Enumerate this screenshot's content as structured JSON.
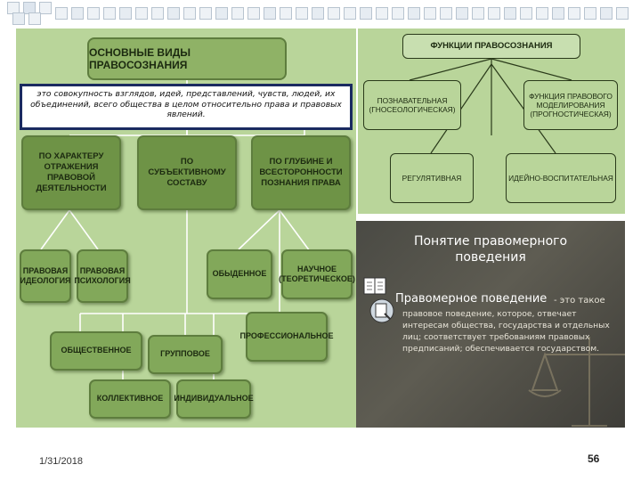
{
  "left": {
    "title": "ОСНОВНЫЕ ВИДЫ ПРАВОСОЗНАНИЯ",
    "definition": "это совокупность взглядов, идей, представлений, чувств, людей, их объединений, всего общества в целом относительно права и правовых явлений.",
    "criteria": [
      "ПО ХАРАКТЕРУ ОТРАЖЕНИЯ ПРАВОВОЙ ДЕЯТЕЛЬНОСТИ",
      "ПО СУБЪЕКТИВНОМУ СОСТАВУ",
      "ПО ГЛУБИНЕ И ВСЕСТОРОННОСТИ ПОЗНАНИЯ ПРАВА"
    ],
    "types": {
      "ideology": "ПРАВОВАЯ ИДЕОЛОГИЯ",
      "psychology": "ПРАВОВАЯ ПСИХОЛОГИЯ",
      "everyday": "ОБЫДЕННОЕ",
      "scientific": "НАУЧНОЕ (ТЕОРЕТИЧЕСКОЕ)",
      "professional": "ПРОФЕССИОНАЛЬНОЕ",
      "public": "ОБЩЕСТВЕННОЕ",
      "group": "ГРУППОВОЕ",
      "collective": "КОЛЛЕКТИВНОЕ",
      "individual": "ИНДИВИДУАЛЬНОЕ"
    }
  },
  "functions": {
    "title": "ФУНКЦИИ ПРАВОСОЗНАНИЯ",
    "items": [
      "ПОЗНАВАТЕЛЬНАЯ (ГНОСЕОЛОГИЧЕСКАЯ)",
      "ФУНКЦИЯ ПРАВОВОГО МОДЕЛИРОВАНИЯ (ПРОГНОСТИЧЕСКАЯ)",
      "РЕГУЛЯТИВНАЯ",
      "ИДЕЙНО-ВОСПИТАТЕЛЬНАЯ"
    ]
  },
  "lawful": {
    "title_line1": "Понятие правомерного",
    "title_line2": "поведения",
    "term": "Правомерное поведение",
    "dash_text": "- это такое",
    "text": "правовое поведение, которое, отвечает интересам общества, государства и отдельных лиц; соответствует требованиям правовых предписаний; обеспечивается государством."
  },
  "footer": {
    "date": "1/31/2018",
    "page": "56"
  },
  "colors": {
    "panel_green": "#b9d59a",
    "box_green": "#82a85a",
    "definition_border": "#1a2a60",
    "dark_panel": "#4a4a44"
  },
  "icons": [
    "book-icon",
    "note-icon",
    "scales-icon"
  ]
}
